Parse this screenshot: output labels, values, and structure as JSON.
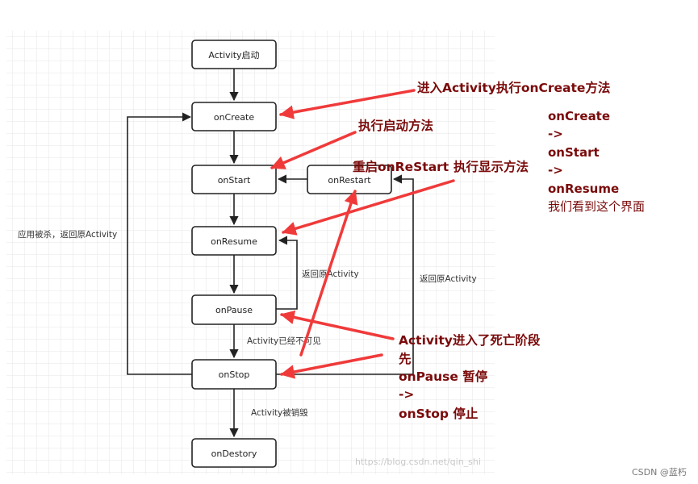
{
  "nodes": {
    "activity_start": "Activity启动",
    "on_create": "onCreate",
    "on_start": "onStart",
    "on_restart": "onRestart",
    "on_resume": "onResume",
    "on_pause": "onPause",
    "on_stop": "onStop",
    "on_destory": "onDestory"
  },
  "edge_labels": {
    "killed_return": "应用被杀，返回原Activity",
    "return_pause": "返回原Activity",
    "return_stop": "返回原Activity",
    "invisible": "Activity已经不可见",
    "destroyed": "Activity被销毁"
  },
  "annotations": {
    "create": "进入Activity执行onCreate方法",
    "start": "执行启动方法",
    "restart": "重启onReStart",
    "resume": "执行显示方法",
    "death_lines": [
      "Activity进入了死亡阶段",
      "先",
      "onPause 暂停",
      "->",
      "onStop 停止"
    ]
  },
  "side_note": [
    "onCreate",
    "->",
    "onStart",
    "->",
    "onResume",
    "我们看到这个界面"
  ],
  "watermark": "https://blog.csdn.net/qin_shi",
  "footer": "CSDN @蓝朽",
  "colors": {
    "annotation_text": "#7a0a0a",
    "annotation_arrow": "#f03a3a",
    "box_border": "#222222",
    "grid": "#e6e6e6"
  }
}
